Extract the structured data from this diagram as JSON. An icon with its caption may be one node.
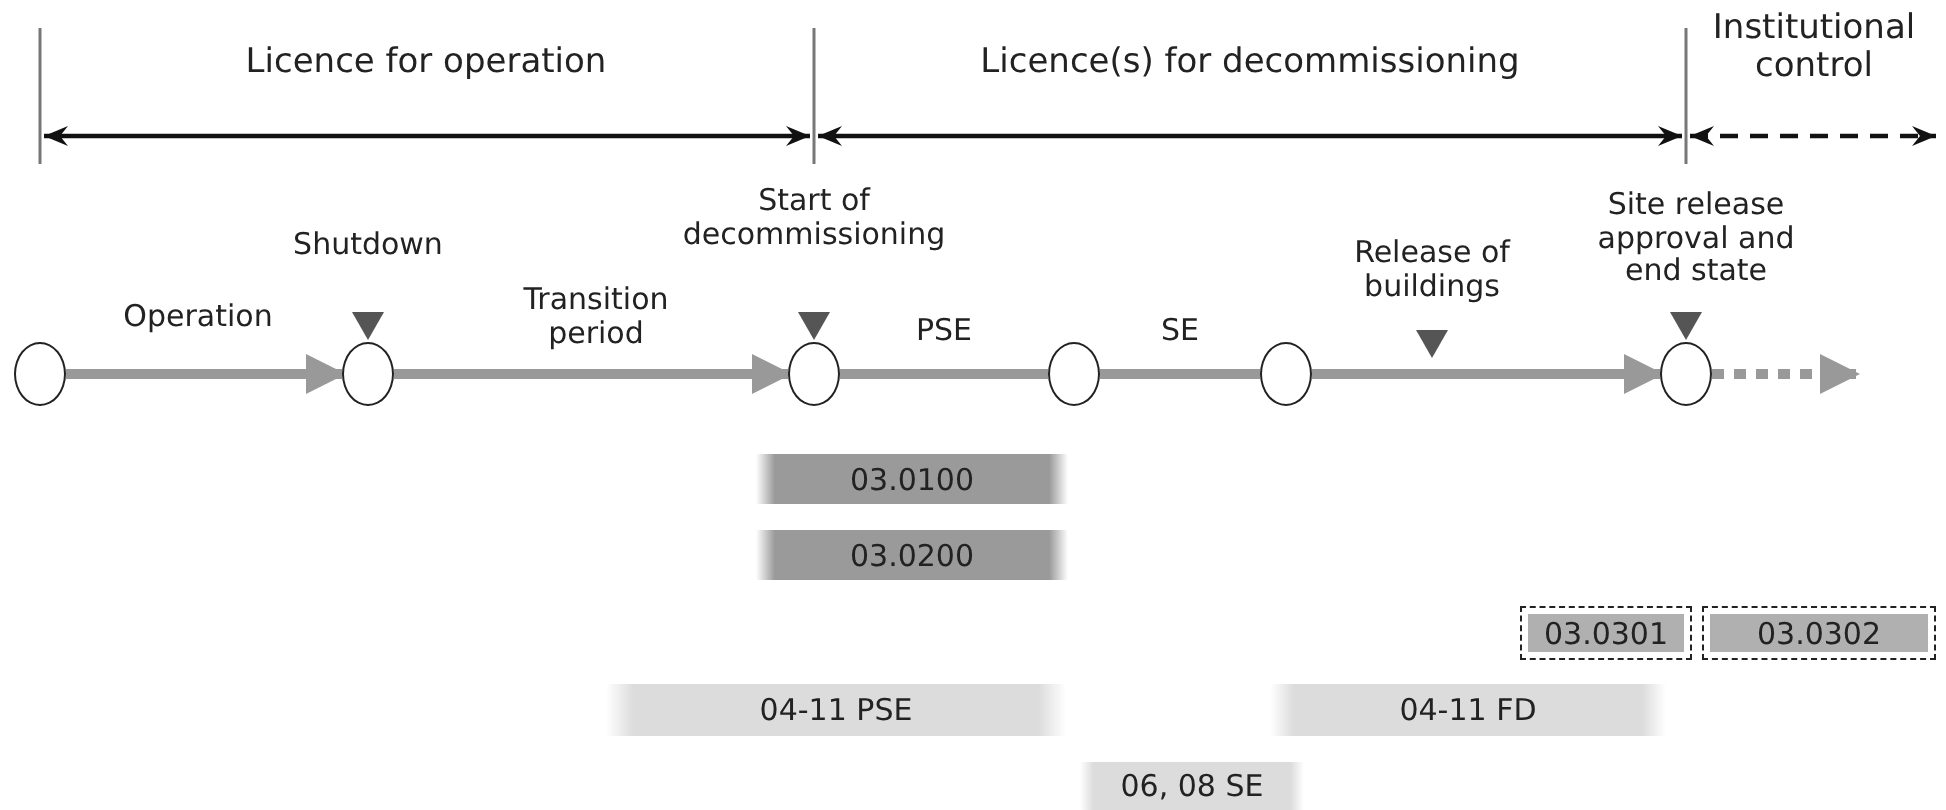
{
  "diagram": {
    "nodes": [
      {
        "text": [],
        "shape": "circle"
      },
      {
        "text": [],
        "shape": "circle",
        "beside": [
          "Shutdown"
        ]
      },
      {
        "text": [],
        "shape": "circle",
        "beside": [
          "Start of decommissioning"
        ]
      },
      {
        "text": [],
        "shape": "circle"
      },
      {
        "text": [],
        "shape": "circle"
      },
      {
        "text": [],
        "shape": "circle",
        "beside": [
          "Site release approval and end state"
        ]
      },
      {
        "text": [
          "03.0100"
        ]
      },
      {
        "text": [
          "03.0200"
        ]
      },
      {
        "text": [
          "03.0301"
        ]
      },
      {
        "text": [
          "03.0302"
        ]
      },
      {
        "text": [
          "04-11 PSE"
        ]
      },
      {
        "text": [
          "04-11 FD"
        ]
      },
      {
        "text": [
          "06, 08 SE"
        ]
      }
    ],
    "edges": [
      {
        "from": 0,
        "to": 1,
        "arrow": "to",
        "label": "Operation"
      },
      {
        "from": 1,
        "to": 2,
        "arrow": "to",
        "label": "Transition period"
      },
      {
        "from": 2,
        "to": 3,
        "arrow": "none",
        "label": "PSE"
      },
      {
        "from": 3,
        "to": 4,
        "arrow": "none",
        "label": "SE"
      },
      {
        "from": 4,
        "to": 5,
        "arrow": "to"
      },
      {
        "from": 5,
        "to": null,
        "arrow": "to",
        "style": "dashed"
      }
    ],
    "labels": [
      "Licence for operation",
      "Licence(s) for decommissioning",
      "Institutional control",
      "Release of buildings"
    ]
  }
}
